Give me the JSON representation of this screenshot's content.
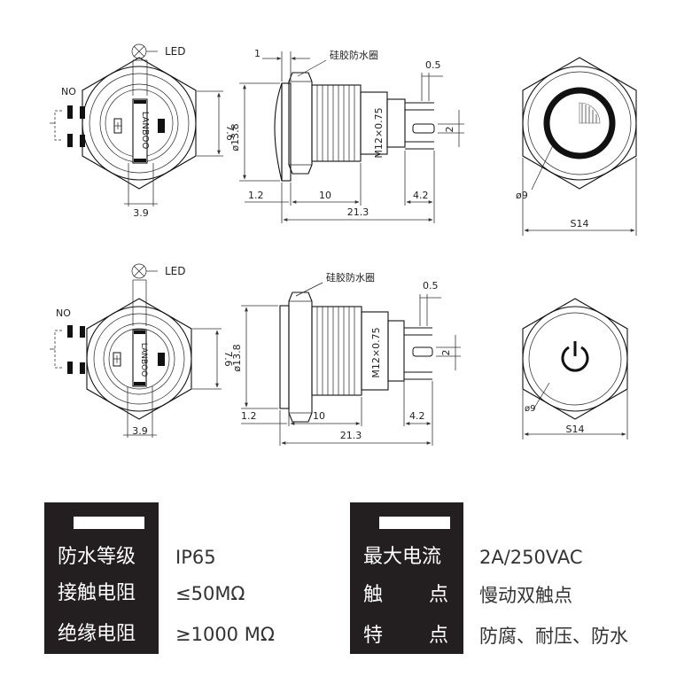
{
  "drawing_top": {
    "led_label": "LED",
    "no_label": "NO",
    "brand_text": "LANBOO",
    "dim_3_9": "3.9",
    "dim_7_6": "7.6",
    "dim_13_8": "ø13.8",
    "dim_1": "1",
    "seal_label": "硅胶防水圈",
    "dim_0_5": "0.5",
    "dim_thread": "M12×0.75",
    "dim_2": "2",
    "dim_1_2": "1.2",
    "dim_10": "10",
    "dim_4_2": "4.2",
    "dim_21_3": "21.3",
    "dim_9": "ø9",
    "dim_s14": "S14"
  },
  "drawing_bottom": {
    "led_label": "LED",
    "no_label": "NO",
    "brand_text": "LANBOO",
    "dim_3_9": "3.9",
    "dim_7_6": "7.6",
    "dim_13_8": "ø13.8",
    "seal_label": "硅胶防水圈",
    "dim_0_5": "0.5",
    "dim_thread": "M12×0.75",
    "dim_2": "2",
    "dim_1_2": "1.2",
    "dim_10": "10",
    "dim_4_2": "4.2",
    "dim_21_3": "21.3",
    "dim_9": "ø9",
    "dim_s14": "S14"
  },
  "specs_left": [
    {
      "label": "防水等级",
      "value": "IP65"
    },
    {
      "label": "接触电阻",
      "value": "≤50MΩ"
    },
    {
      "label": "绝缘电阻",
      "value": "≥1000 MΩ"
    }
  ],
  "specs_right": [
    {
      "label": "最大电流",
      "label_a": "最大电流",
      "label_b": "",
      "value": "2A/250VAC"
    },
    {
      "label": "触点",
      "label_a": "触",
      "label_b": "点",
      "value": "慢动双触点"
    },
    {
      "label": "特点",
      "label_a": "特",
      "label_b": "点",
      "value": "防腐、耐压、防水"
    }
  ]
}
